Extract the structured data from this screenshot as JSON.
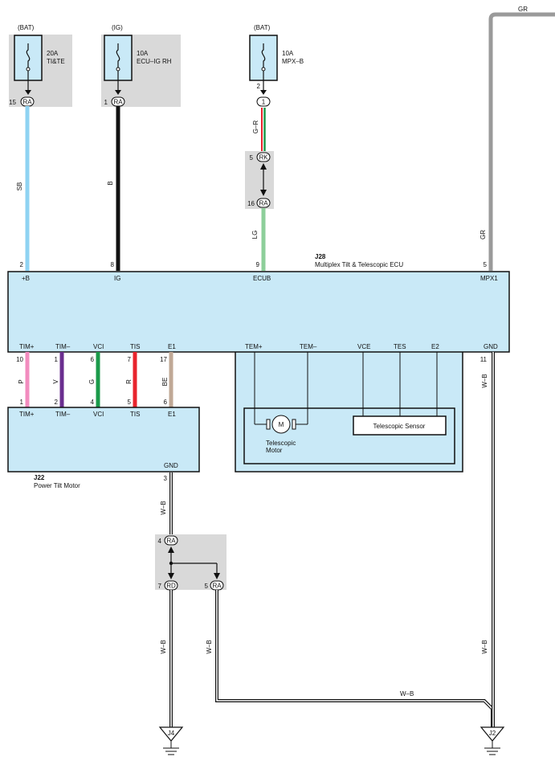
{
  "fuses": [
    {
      "source": "(BAT)",
      "rating": "20A",
      "name": "TI&TE",
      "pin": "15",
      "connector": "RA"
    },
    {
      "source": "(IG)",
      "rating": "10A",
      "name": "ECU–IG RH",
      "pin": "1",
      "connector": "RA"
    },
    {
      "source": "(BAT)",
      "rating": "10A",
      "name": "MPX–B",
      "pin": "2",
      "connector": "1"
    }
  ],
  "junction_rk": {
    "pin_top": "5",
    "conn_top": "RK",
    "pin_bot": "16",
    "conn_bot": "RA"
  },
  "wires_top": [
    {
      "color": "SB",
      "pin": "2"
    },
    {
      "color": "B",
      "pin": "8"
    },
    {
      "color": "G–R",
      "color2": "LG",
      "pin": "9"
    },
    {
      "color": "GR",
      "color2": "GR",
      "pin": "5"
    }
  ],
  "ecu": {
    "id": "J28",
    "name": "Multiplex Tilt & Telescopic ECU",
    "top_terms": [
      "+B",
      "IG",
      "ECUB",
      "MPX1"
    ],
    "bottom_terms": [
      "TIM+",
      "TIM–",
      "VCI",
      "TIS",
      "E1",
      "TEM+",
      "TEM–",
      "VCE",
      "TES",
      "E2",
      "GND"
    ],
    "gnd_pin": "11",
    "gnd_wire": "W–B"
  },
  "links": [
    {
      "ecu_pin": "10",
      "color": "P",
      "motor_pin": "1",
      "hex": "#f28cbf"
    },
    {
      "ecu_pin": "1",
      "color": "V",
      "motor_pin": "2",
      "hex": "#6a2e8f"
    },
    {
      "ecu_pin": "6",
      "color": "G",
      "motor_pin": "4",
      "hex": "#1a9a4a"
    },
    {
      "ecu_pin": "7",
      "color": "R",
      "motor_pin": "5",
      "hex": "#e8242d"
    },
    {
      "ecu_pin": "17",
      "color": "BE",
      "motor_pin": "6",
      "hex": "#c0a896"
    }
  ],
  "tilt_motor": {
    "id": "J22",
    "name": "Power Tilt Motor",
    "terms": [
      "TIM+",
      "TIM–",
      "VCI",
      "TIS",
      "E1"
    ],
    "gnd": "GND",
    "gnd_pin": "3",
    "gnd_wire": "W–B"
  },
  "telescopic": {
    "motor_symbol": "M",
    "motor_label1": "Telescopic",
    "motor_label2": "Motor",
    "sensor": "Telescopic Sensor"
  },
  "ground_junction": {
    "pin_in": "4",
    "conn_in": "RA",
    "pin_a": "7",
    "conn_a": "RD",
    "pin_b": "5",
    "conn_b": "RA"
  },
  "ground_wires": {
    "left": "W–B",
    "right": "W–B",
    "horizontal": "W–B",
    "j2_vertical": "W–B"
  },
  "grounds": [
    {
      "id": "J4"
    },
    {
      "id": "J2"
    }
  ],
  "colors": {
    "panel": "#c9e9f7",
    "shade": "#d9d9d9",
    "SB": "#8fd3f2",
    "B": "#111111",
    "LG": "#8dcf9a",
    "GR": "#9a9a9a",
    "red": "#e8242d",
    "green": "#1a9a4a"
  }
}
